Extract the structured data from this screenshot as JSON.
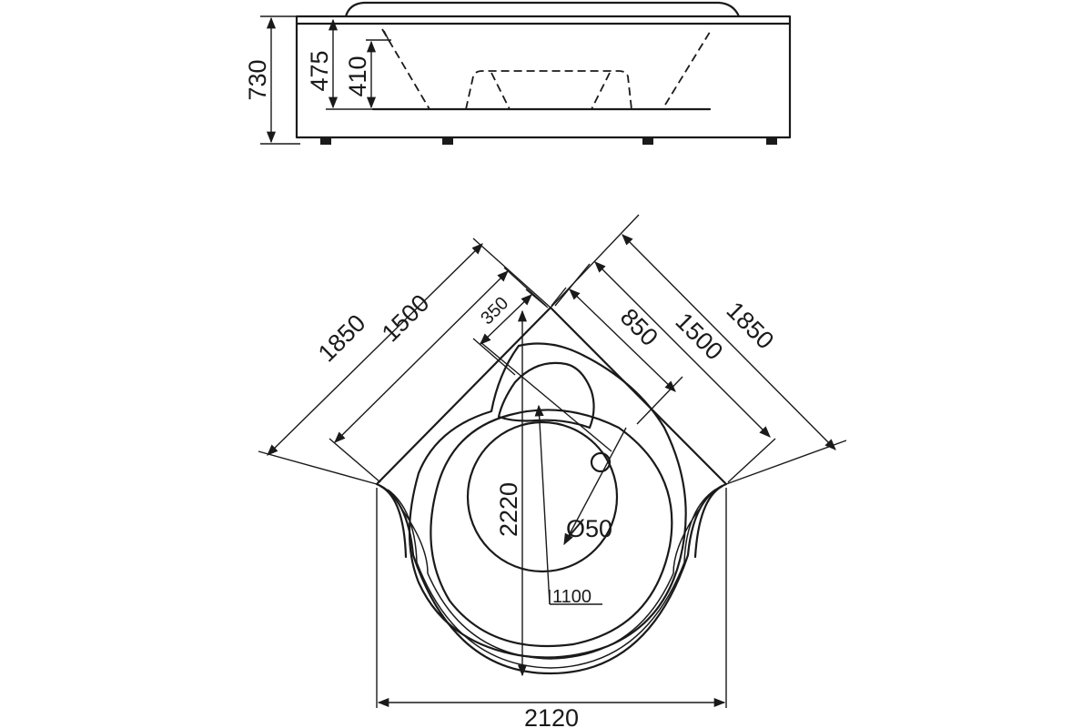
{
  "side_view": {
    "height_total": "730",
    "height_rim": "475",
    "height_inner": "410"
  },
  "plan_view": {
    "left_outer": "1850",
    "left_inner": "1500",
    "left_offset": "350",
    "right_outer": "1850",
    "right_inner": "1500",
    "right_offset": "850",
    "diagonal": "2220",
    "drain": "Ø50",
    "depth_mark": "1100",
    "width": "2120"
  }
}
